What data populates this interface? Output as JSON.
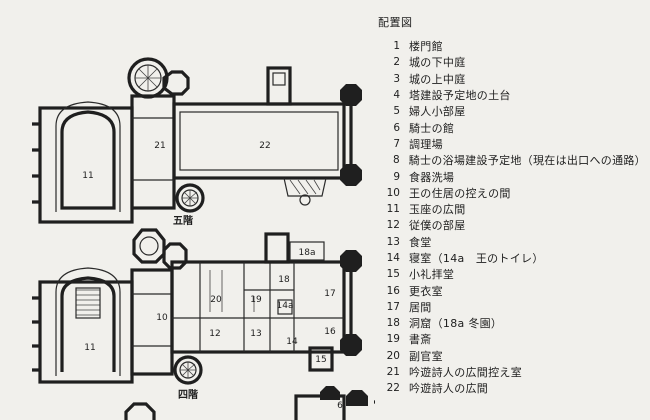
{
  "legend": {
    "title": "配置図",
    "items": [
      {
        "num": "1",
        "label": "楼門館"
      },
      {
        "num": "2",
        "label": "城の下中庭"
      },
      {
        "num": "3",
        "label": "城の上中庭"
      },
      {
        "num": "4",
        "label": "塔建設予定地の土台"
      },
      {
        "num": "5",
        "label": "婦人小部屋"
      },
      {
        "num": "6",
        "label": "騎士の館"
      },
      {
        "num": "7",
        "label": "調理場"
      },
      {
        "num": "8",
        "label": "騎士の浴場建設予定地（現在は出口への通路）"
      },
      {
        "num": "9",
        "label": "食器洗場"
      },
      {
        "num": "10",
        "label": "王の住居の控えの間"
      },
      {
        "num": "11",
        "label": "玉座の広間"
      },
      {
        "num": "12",
        "label": "従僕の部屋"
      },
      {
        "num": "13",
        "label": "食堂"
      },
      {
        "num": "14",
        "label": "寝室（14a　王のトイレ）"
      },
      {
        "num": "15",
        "label": "小礼拝堂"
      },
      {
        "num": "16",
        "label": "更衣室"
      },
      {
        "num": "17",
        "label": "居間"
      },
      {
        "num": "18",
        "label": "洞窟（18a 冬園）"
      },
      {
        "num": "19",
        "label": "書斎"
      },
      {
        "num": "20",
        "label": "副官室"
      },
      {
        "num": "21",
        "label": "吟遊詩人の広間控え室"
      },
      {
        "num": "22",
        "label": "吟遊詩人の広間"
      }
    ]
  },
  "plan5": {
    "floor_label": "五階",
    "rooms": [
      "11",
      "21",
      "22"
    ]
  },
  "plan4": {
    "floor_label": "四階",
    "rooms": [
      "18a",
      "18",
      "20",
      "19",
      "14a",
      "17",
      "10",
      "11",
      "12",
      "13",
      "14",
      "16",
      "15"
    ]
  },
  "plan_bottom": {
    "rooms": [
      "6"
    ]
  }
}
